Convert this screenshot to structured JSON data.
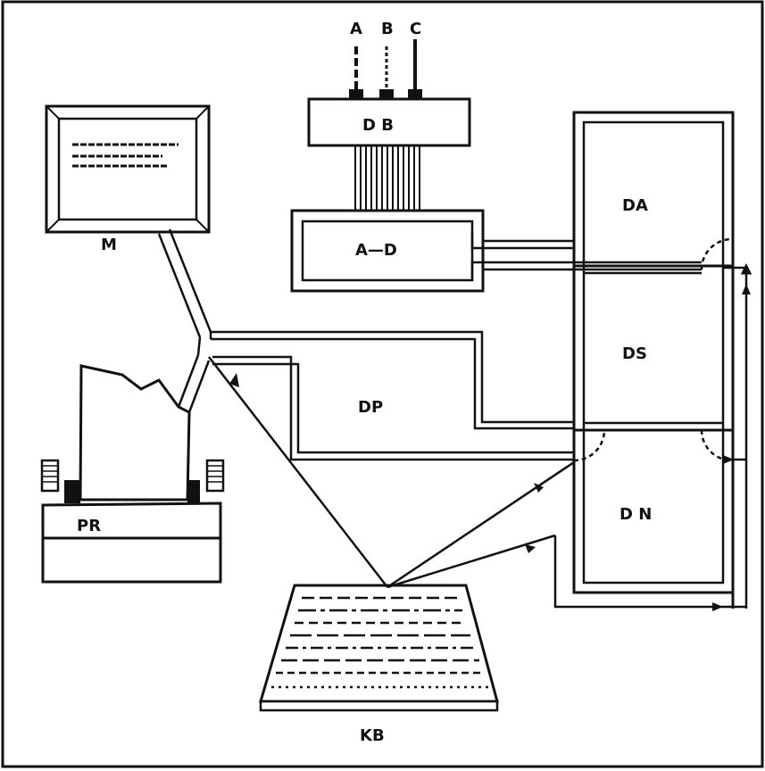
{
  "labels": {
    "input_a": "A",
    "input_b": "B",
    "input_c": "C",
    "db": "D B",
    "ad": "A—D",
    "monitor": "M",
    "da": "DA",
    "ds": "DS",
    "dp": "DP",
    "dn": "D N",
    "printer": "PR",
    "keyboard": "KB"
  }
}
